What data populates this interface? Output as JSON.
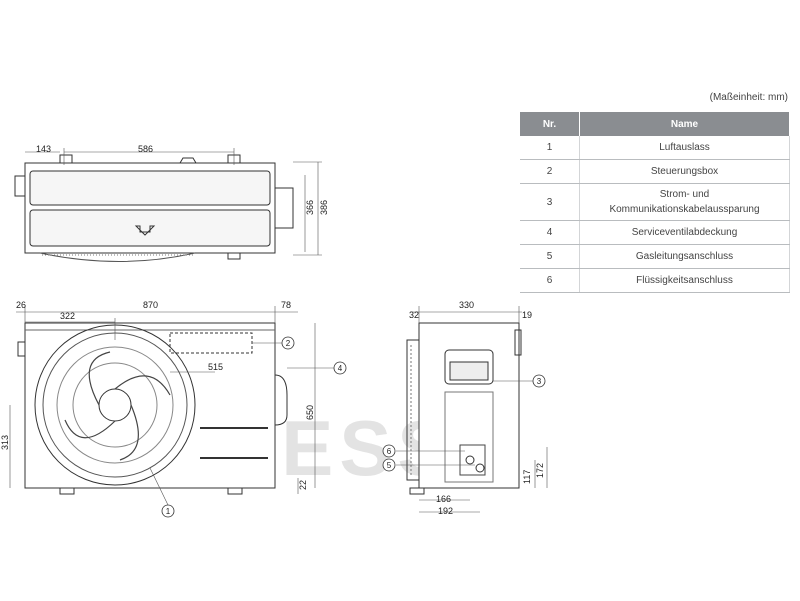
{
  "unit_note": "(Maßeinheit: mm)",
  "table": {
    "headers": [
      "Nr.",
      "Name"
    ],
    "rows": [
      {
        "nr": "1",
        "name": "Luftauslass"
      },
      {
        "nr": "2",
        "name": "Steuerungsbox"
      },
      {
        "nr": "3",
        "name": "Strom- und Kommunikationskabelaussparung"
      },
      {
        "nr": "4",
        "name": "Serviceventilabdeckung"
      },
      {
        "nr": "5",
        "name": "Gasleitungsanschluss"
      },
      {
        "nr": "6",
        "name": "Flüssigkeitsanschluss"
      }
    ]
  },
  "dimensions": {
    "top_left": "143",
    "top_width": "586",
    "top_depth_inner": "366",
    "top_depth_outer": "386",
    "front_left": "26",
    "front_width": "870",
    "front_right": "78",
    "fan_offset": "322",
    "fan_diameter": "515",
    "front_height": "650",
    "front_left_height": "313",
    "front_foot": "22",
    "side_left": "32",
    "side_width": "330",
    "side_right": "19",
    "side_port_low": "117",
    "side_port_high": "172",
    "side_bottom_a": "166",
    "side_bottom_b": "192"
  },
  "callouts": [
    "1",
    "2",
    "3",
    "4",
    "5",
    "6"
  ],
  "watermark": "SCHIESSL"
}
